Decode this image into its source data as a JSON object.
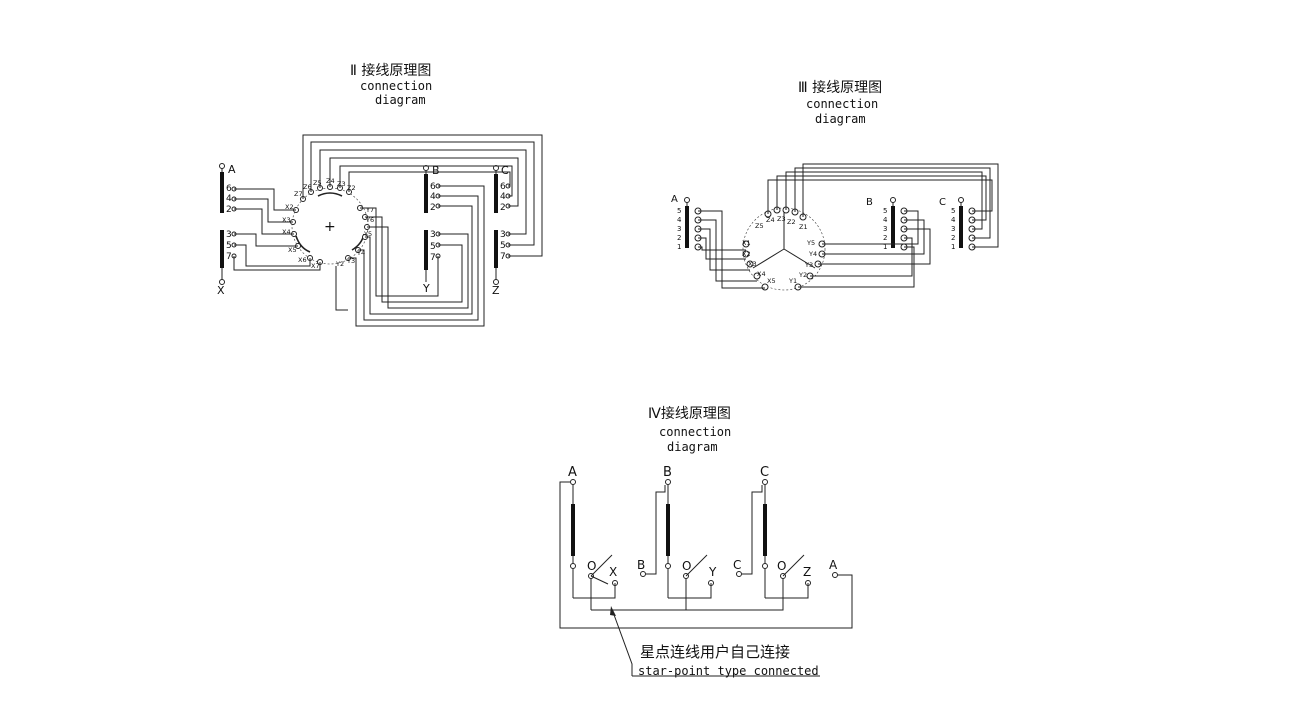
{
  "diagram_II": {
    "title": "Ⅱ 接线原理图",
    "sub1": "connection",
    "sub2": "diagram",
    "phases": [
      "A",
      "B",
      "C"
    ],
    "ends": [
      "X",
      "Y",
      "Z"
    ],
    "upper_taps": [
      "6",
      "4",
      "2"
    ],
    "lower_taps": [
      "3",
      "5",
      "7"
    ],
    "ring_labels": [
      "Z7",
      "Z6",
      "Z5",
      "Z4",
      "Z3",
      "Z2",
      "Y7",
      "Y6",
      "Y5",
      "Y4",
      "Y3",
      "Y2",
      "X7",
      "X6",
      "X5",
      "X4",
      "X3",
      "X2"
    ],
    "center": "+"
  },
  "diagram_III": {
    "title": "Ⅲ 接线原理图",
    "sub1": "connection",
    "sub2": "diagram",
    "phases": [
      "A",
      "B",
      "C"
    ],
    "taps": [
      "5",
      "4",
      "3",
      "2",
      "1"
    ],
    "ring_labels": [
      "Z5",
      "Z4",
      "Z3",
      "Z2",
      "Z1",
      "X1",
      "X2",
      "X3",
      "X4",
      "X5",
      "Y5",
      "Y4",
      "Y3",
      "Y2",
      "Y1"
    ]
  },
  "diagram_IV": {
    "title": "Ⅳ接线原理图",
    "sub1": "connection",
    "sub2": "diagram",
    "top_labels": [
      "A",
      "B",
      "C"
    ],
    "left_labels": [
      "B",
      "C",
      "A"
    ],
    "switch_labels": [
      "O",
      "X",
      "O",
      "Y",
      "O",
      "Z"
    ],
    "note": "星点连线用户自己连接",
    "note_en": "star-point type connected"
  }
}
